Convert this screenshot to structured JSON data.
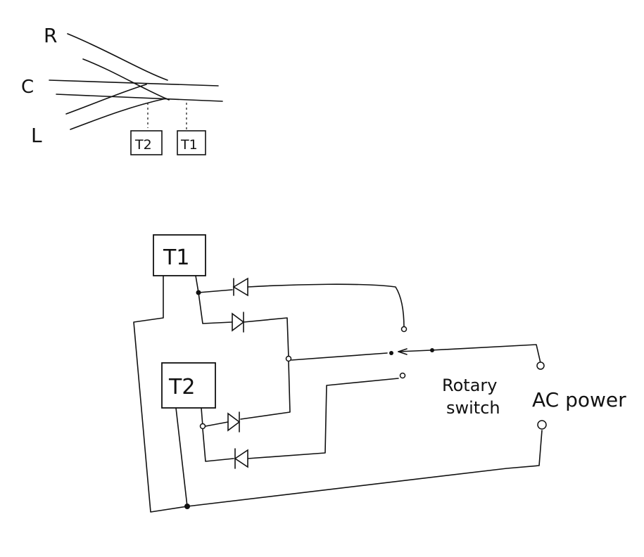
{
  "track_labels": {
    "right": "R",
    "center": "C",
    "left": "L"
  },
  "turnout_labels": {
    "t2": "T2",
    "t1": "T1"
  },
  "circuit": {
    "t1_box": "T1",
    "t2_box": "T2",
    "rotary_switch_line1": "Rotary",
    "rotary_switch_line2": "switch",
    "ac_power": "AC power"
  }
}
